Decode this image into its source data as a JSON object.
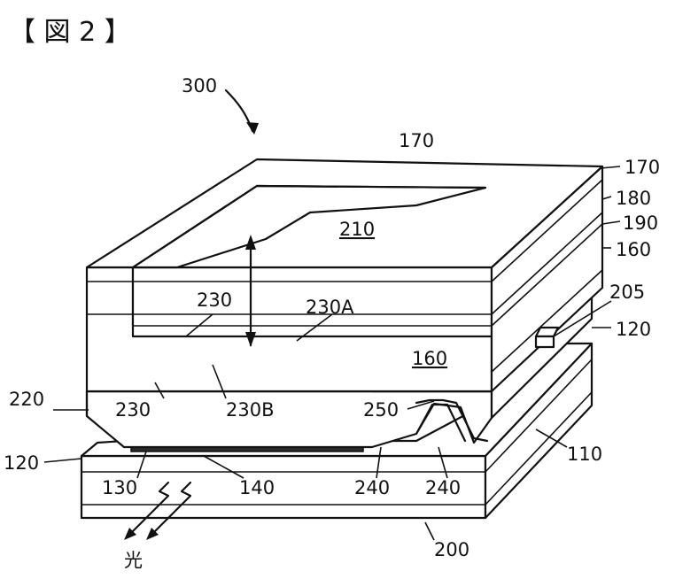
{
  "figure": {
    "title": "【 図 2 】",
    "labels": {
      "l300": "300",
      "l170a": "170",
      "l170b": "170",
      "l180": "180",
      "l190": "190",
      "l160a": "160",
      "l210": "210",
      "l205": "205",
      "l120a": "120",
      "l230a": "230",
      "l230A": "230A",
      "l160b": "160",
      "l220": "220",
      "l230b": "230",
      "l230B": "230B",
      "l250": "250",
      "l110": "110",
      "l120b": "120",
      "l130": "130",
      "l140": "140",
      "l240a": "240",
      "l240b": "240",
      "l200": "200",
      "light": "光"
    }
  }
}
